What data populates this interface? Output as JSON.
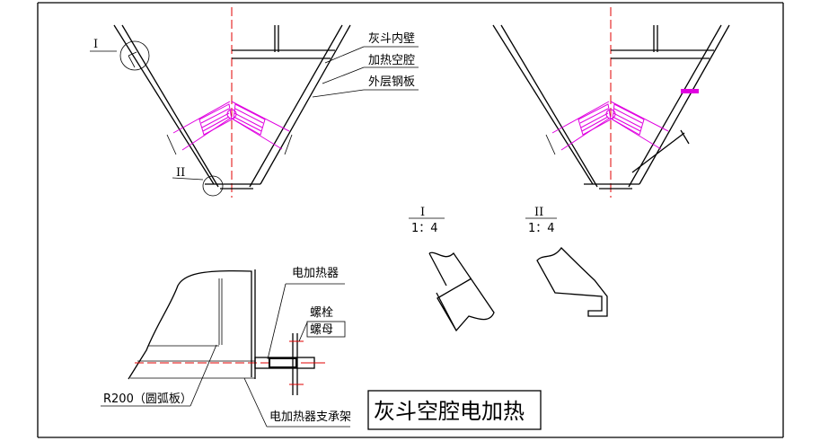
{
  "labels": {
    "detail_1": "I",
    "detail_2": "II",
    "inner_wall": "灰斗内壁",
    "heating_cavity": "加热空腔",
    "outer_plate": "外层钢板",
    "view_1_title": "I",
    "view_1_scale": "1：4",
    "view_2_title": "II",
    "view_2_scale": "1：4",
    "electric_heater": "电加热器",
    "bolt": "螺栓",
    "nut": "螺母",
    "arc_plate": "R200（圆弧板）",
    "heater_support": "电加热器支承架"
  },
  "title": "灰斗空腔电加热",
  "colors": {
    "centerline": "#e00000",
    "heater": "#e000e0",
    "line": "#000000"
  }
}
